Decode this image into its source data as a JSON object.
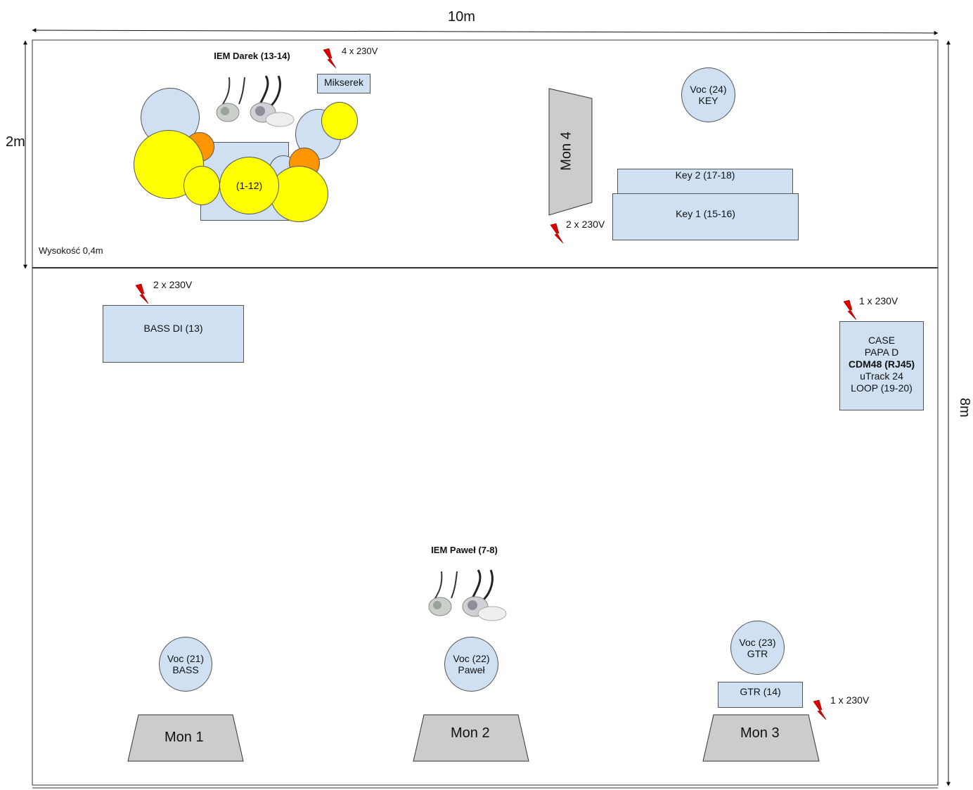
{
  "dimensions": {
    "width": "10m",
    "depth_riser": "2m",
    "depth_stage": "8m"
  },
  "riser": {
    "height_label": "Wysokość 0,4m"
  },
  "drums": {
    "label": "(1-12)",
    "iem_title": "IEM Darek (13-14)",
    "iem_image_icon": "in-ear-monitor-icon"
  },
  "mikserek": {
    "label": "Mikserek",
    "power": "4 x 230V"
  },
  "mon4": {
    "label": "Mon 4",
    "power": "2 x 230V"
  },
  "voc_key": {
    "line1": "Voc (24)",
    "line2": "KEY"
  },
  "key2": {
    "label": "Key 2 (17-18)"
  },
  "key1": {
    "label": "Key 1 (15-16)"
  },
  "bass_di": {
    "label": "BASS DI (13)",
    "power": "2 x 230V"
  },
  "case": {
    "power": "1 x 230V",
    "line1": "CASE",
    "line2": "PAPA D",
    "line3": "CDM48 (RJ45)",
    "line4": "uTrack 24",
    "line5": "LOOP (19-20)"
  },
  "iem_pawel": {
    "title": "IEM Paweł (7-8)",
    "image_icon": "in-ear-monitor-icon"
  },
  "voc_bass": {
    "line1": "Voc (21)",
    "line2": "BASS"
  },
  "voc_pawel": {
    "line1": "Voc (22)",
    "line2": "Paweł"
  },
  "voc_gtr": {
    "line1": "Voc (23)",
    "line2": "GTR"
  },
  "gtr": {
    "label": "GTR (14)",
    "power": "1 x 230V"
  },
  "mon1": {
    "label": "Mon 1"
  },
  "mon2": {
    "label": "Mon 2"
  },
  "mon3": {
    "label": "Mon 3"
  },
  "colors": {
    "device_fill": "#cfe0f3",
    "cymbal": "#ffff00",
    "tom_accent": "#ff9500",
    "monitor": "#cccccc",
    "power_icon": "#e00000"
  }
}
